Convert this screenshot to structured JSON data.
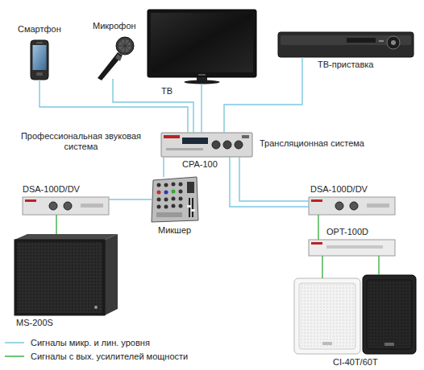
{
  "diagram": {
    "nodes": [
      {
        "text": [
          "Смартфон"
        ]
      },
      {
        "text": [
          "Микрофон"
        ]
      },
      {
        "text": [
          "ТВ"
        ]
      },
      {
        "text": [
          "ТВ-приставка"
        ]
      },
      {
        "text": [
          "CPA-100"
        ]
      },
      {
        "text": [
          "DSA-100D/DV"
        ]
      },
      {
        "text": [
          "Микшер"
        ]
      },
      {
        "text": [
          "DSA-100D/DV"
        ]
      },
      {
        "text": [
          "OPT-100D"
        ]
      },
      {
        "text": [
          "MS-200S"
        ]
      },
      {
        "text": [
          "CI-40T/60T"
        ]
      }
    ],
    "edges": [
      {
        "from": 0,
        "to": 4,
        "arrow": "none"
      },
      {
        "from": 1,
        "to": 4,
        "arrow": "none"
      },
      {
        "from": 2,
        "to": 4,
        "arrow": "none"
      },
      {
        "from": 3,
        "to": 4,
        "arrow": "none"
      },
      {
        "from": 4,
        "to": 6,
        "arrow": "none"
      },
      {
        "from": 6,
        "to": 5,
        "arrow": "none"
      },
      {
        "from": 4,
        "to": 7,
        "arrow": "none"
      },
      {
        "from": 4,
        "to": 7,
        "arrow": "none"
      },
      {
        "from": 5,
        "to": 9,
        "arrow": "none"
      },
      {
        "from": 7,
        "to": 8,
        "arrow": "none"
      },
      {
        "from": 8,
        "to": 10,
        "arrow": "none"
      },
      {
        "from": 8,
        "to": 10,
        "arrow": "none"
      }
    ],
    "labels": [
      "Профессиональная звуковая система",
      "Трансляционная система"
    ],
    "legend": [
      {
        "text": "Сигналы микр. и лин. уровня"
      },
      {
        "text": "Сигналы с вых. усилителей мощности"
      }
    ]
  }
}
